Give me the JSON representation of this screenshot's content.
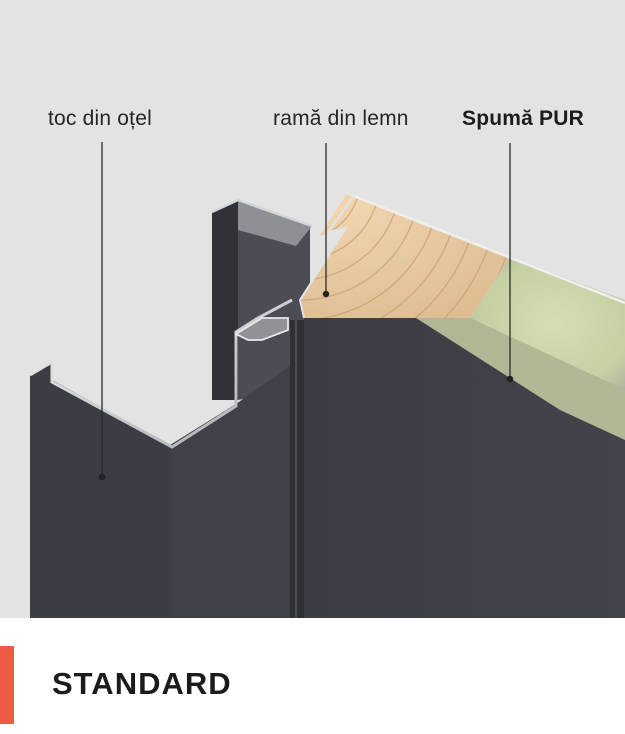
{
  "illustration": {
    "labels": {
      "steel_frame": "toc din oțel",
      "wood_frame": "ramă din lemn",
      "pur_foam": "Spumă PUR"
    }
  },
  "footer": {
    "title": "STANDARD"
  },
  "colors": {
    "background": "#e3e3e3",
    "panel": "#3b3e44",
    "wood": "#e5c7a0",
    "foam": "#c9d2a9",
    "accent": "#ef5a45"
  }
}
